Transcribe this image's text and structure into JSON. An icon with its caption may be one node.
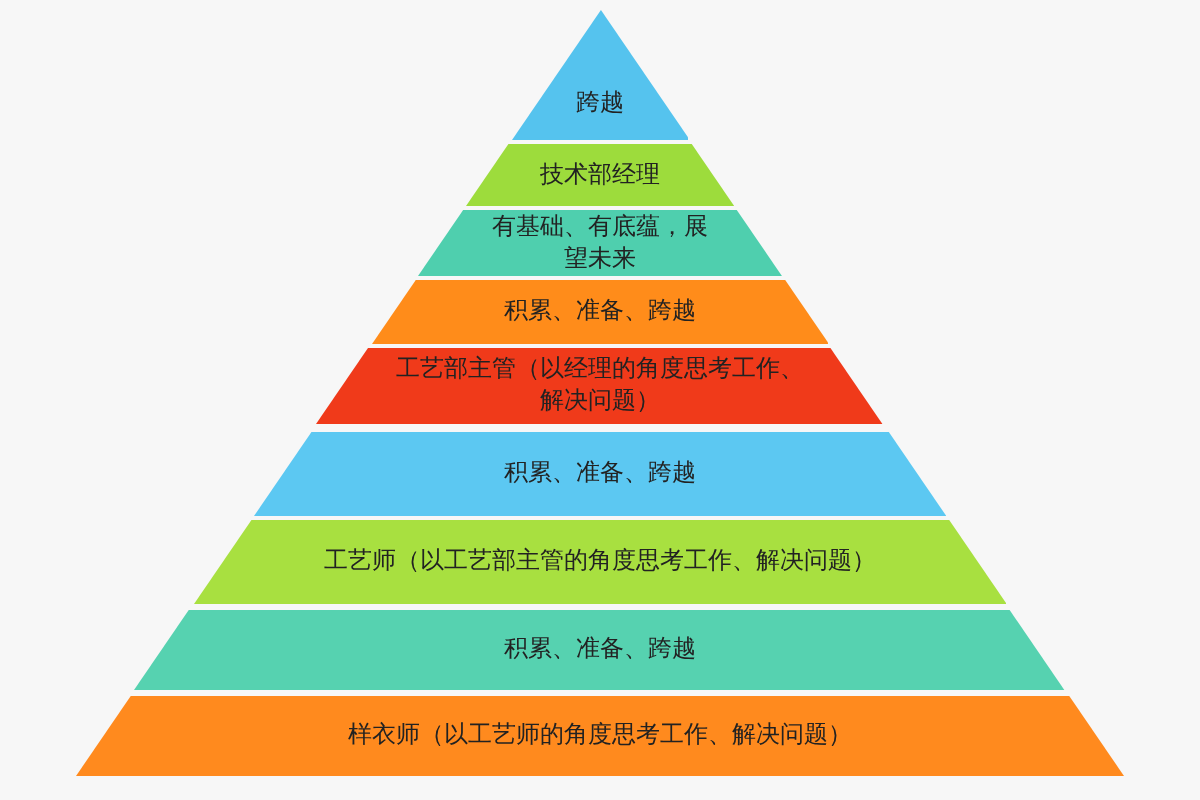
{
  "diagram": {
    "nodes": [
      {
        "text": [
          "跨越"
        ]
      },
      {
        "text": [
          "技术部经理"
        ]
      },
      {
        "text": [
          "有基础、有底蕴，展望未来"
        ]
      },
      {
        "text": [
          "积累、准备、跨越"
        ]
      },
      {
        "text": [
          "工艺部主管（以经理的角度思考工作、解决问题）"
        ]
      },
      {
        "text": [
          "积累、准备、跨越"
        ]
      },
      {
        "text": [
          "工艺师（以工艺部主管的角度思考工作、解决问题）"
        ]
      },
      {
        "text": [
          "积累、准备、跨越"
        ]
      },
      {
        "text": [
          "样衣师（以工艺师的角度思考工作、解决问题）"
        ]
      }
    ]
  }
}
